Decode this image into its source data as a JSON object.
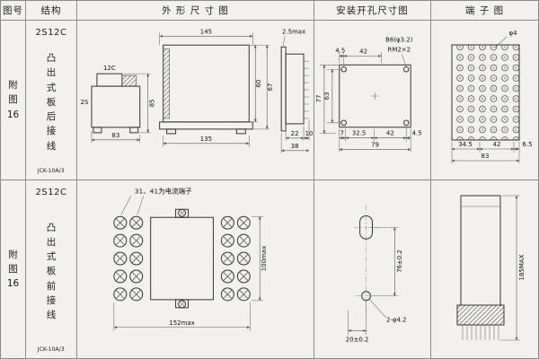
{
  "header": {
    "fig_no": "图号",
    "structure": "结构",
    "outline": "外 形 尺 寸 图",
    "install": "安装开孔尺寸图",
    "terminal": "端 子 图"
  },
  "row1": {
    "fig_no": "附图16",
    "structure": {
      "model": "2S12C",
      "desc": "凸出式板后接线",
      "type": "JCK-10A/3"
    },
    "outline": {
      "label_top": "12C",
      "label_left": "2S",
      "d83": "83",
      "d85": "85",
      "d145": "145",
      "d135": "135",
      "d67": "67",
      "d60": "60",
      "d25max": "2.5max",
      "d22": "22",
      "d10": "10",
      "d38": "38"
    },
    "install": {
      "d45t": "4.5",
      "d42t": "42",
      "b6": "B6(φ3.2)",
      "rm2": "RM2×2",
      "d77": "77",
      "d63": "63",
      "d7": "7",
      "d325": "32.5",
      "d42b": "42",
      "d45b": "4.5",
      "d79": "79"
    },
    "terminal": {
      "phi4": "φ4",
      "d345": "34.5",
      "d42": "42",
      "d65": "6.5",
      "d83": "83"
    }
  },
  "row2": {
    "fig_no": "附图16",
    "structure": {
      "model": "2S12C",
      "desc": "凸出式板前接线",
      "type": "JCK-10A/3"
    },
    "outline": {
      "note": "31、41为电流端子",
      "d100": "100max",
      "d152": "152max"
    },
    "install": {
      "d76": "76±0.2",
      "phi42": "2-φ4.2",
      "d20": "20±0.2"
    },
    "terminal": {
      "d185": "185MAX"
    }
  }
}
